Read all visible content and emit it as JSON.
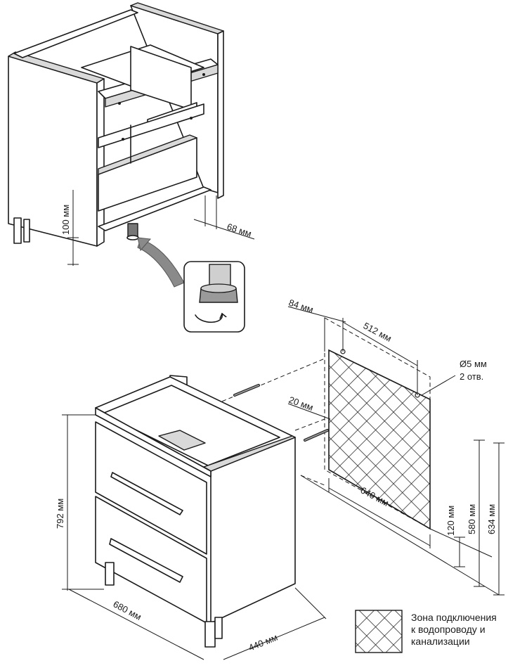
{
  "top_view": {
    "height_leg": "100 мм",
    "depth_offset": "68 мм"
  },
  "wall_scheme": {
    "dim_left_offset": "84 мм",
    "dim_holes_spacing": "512 мм",
    "dim_hole_diameter": "Ø5 мм",
    "dim_hole_count": "2 отв.",
    "dim_side_offset": "20 мм",
    "dim_zone_width": "640 мм",
    "dim_zone_bottom": "120 мм",
    "dim_zone_top": "580 мм",
    "dim_total_height": "634 мм"
  },
  "cabinet": {
    "height": "792 мм",
    "width": "680 мм",
    "depth": "440 мм"
  },
  "legend": {
    "lines": [
      "Зона подключения",
      "к водопроводу и",
      "канализации"
    ]
  }
}
